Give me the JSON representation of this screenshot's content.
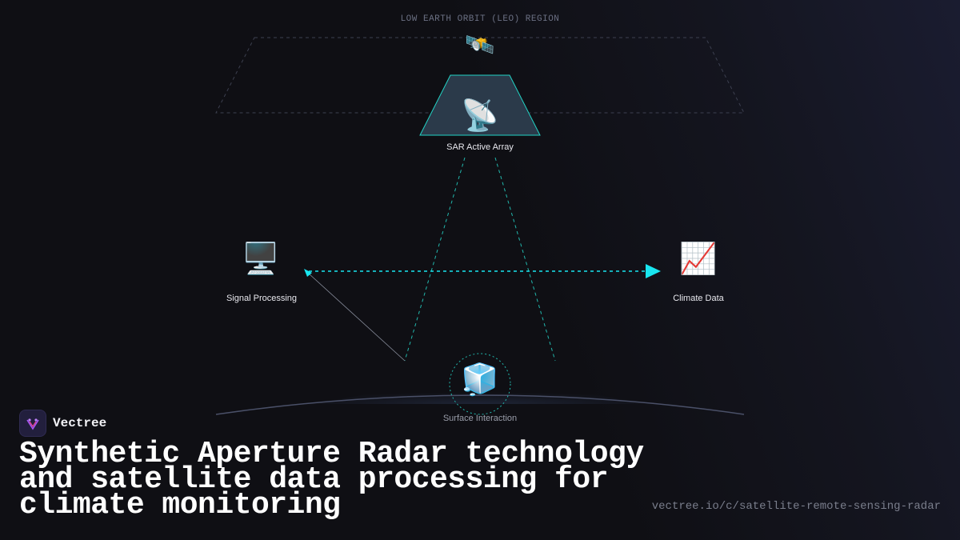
{
  "diagram": {
    "region_label": "LOW EARTH ORBIT (LEO) REGION",
    "nodes": {
      "satellite": {
        "icon": "satellite-icon",
        "glyph": "🛰️"
      },
      "sar_array": {
        "label": "SAR Active Array",
        "icon": "satellite-dish-icon",
        "glyph": "📡"
      },
      "signal_processing": {
        "label": "Signal Processing",
        "icon": "desktop-computer-icon",
        "glyph": "🖥️"
      },
      "climate_data": {
        "label": "Climate Data",
        "icon": "chart-increasing-icon",
        "glyph": "📈"
      },
      "surface": {
        "label": "Surface Interaction",
        "icon": "ice-cube-icon",
        "glyph": "🧊"
      }
    },
    "colors": {
      "accent": "#22d3c5",
      "arrow": "#19e6f0",
      "panel": "#2b3a4a"
    }
  },
  "brand": {
    "name": "Vectree",
    "logo_icon": "vectree-logo-icon"
  },
  "headline": "Synthetic Aperture Radar technology and satellite data processing for climate monitoring",
  "url": "vectree.io/c/satellite-remote-sensing-radar"
}
